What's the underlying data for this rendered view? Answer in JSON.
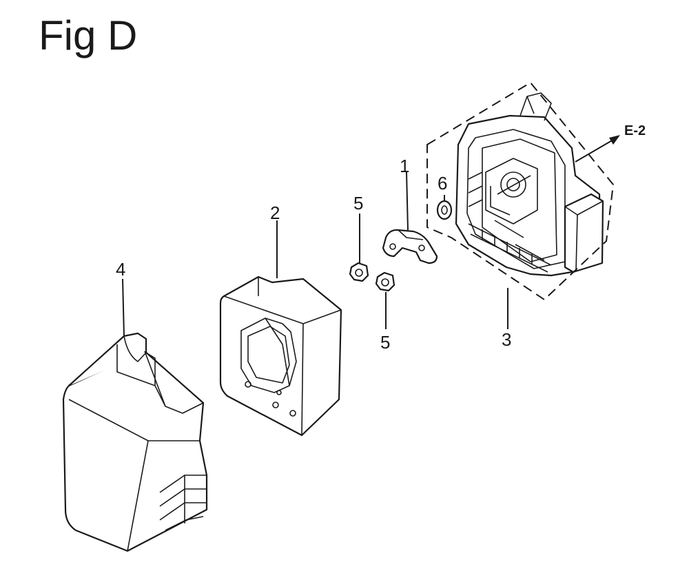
{
  "figure": {
    "title": "Fig D",
    "reference": "E-2"
  },
  "callouts": [
    {
      "id": "c1",
      "text": "1"
    },
    {
      "id": "c2",
      "text": "2"
    },
    {
      "id": "c3",
      "text": "3"
    },
    {
      "id": "c4",
      "text": "4"
    },
    {
      "id": "c5a",
      "text": "5"
    },
    {
      "id": "c5b",
      "text": "5"
    },
    {
      "id": "c6",
      "text": "6"
    }
  ]
}
